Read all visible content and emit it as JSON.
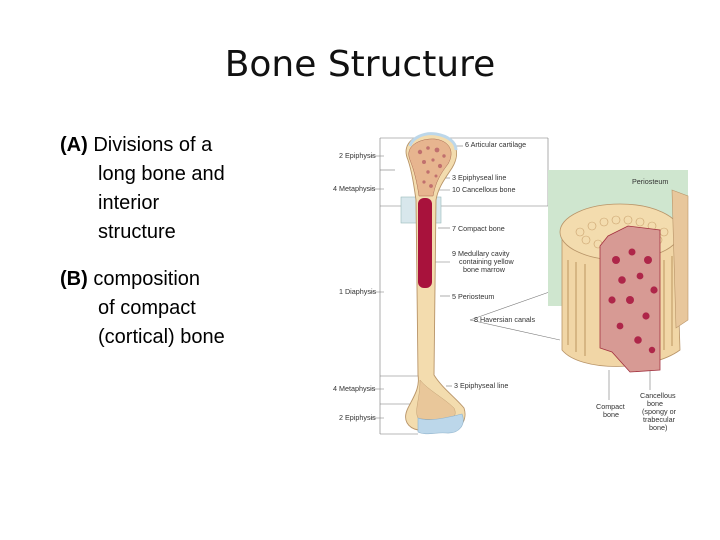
{
  "slide": {
    "title": "Bone Structure"
  },
  "bullets": [
    {
      "label": "(A)",
      "line1": "Divisions of a",
      "rest": [
        "long bone and",
        "interior",
        "structure"
      ]
    },
    {
      "label": "(B)",
      "line1": "composition",
      "rest": [
        "of compact",
        "(cortical) bone"
      ]
    }
  ],
  "figure": {
    "left_labels": {
      "epiphysis_top": "2 Epiphysis",
      "metaphysis_top": "4 Metaphysis",
      "diaphysis": "1 Diaphysis",
      "metaphysis_bottom": "4 Metaphysis",
      "epiphysis_bottom": "2 Epiphysis"
    },
    "right_labels": {
      "articular_cartilage": "6 Articular cartilage",
      "epiphyseal_line_top": "3 Epiphyseal line",
      "cancellous_bone": "10 Cancellous bone",
      "compact_bone": "7 Compact bone",
      "medullary_1": "9 Medullary cavity",
      "medullary_2": "containing yellow",
      "medullary_3": "bone marrow",
      "periosteum": "5 Periosteum",
      "haversian_canals": "8 Haversian canals",
      "epiphyseal_line_bottom": "3 Epiphyseal line"
    },
    "inset_labels": {
      "periosteum": "Periosteum",
      "compact_1": "Compact",
      "compact_2": "bone",
      "cancellous_1": "Cancellous",
      "cancellous_2": "bone",
      "cancellous_3": "(spongy or",
      "cancellous_4": "trabecular",
      "cancellous_5": "bone)"
    },
    "colors": {
      "bone": "#f3dcae",
      "marrow": "#a8123c",
      "spongy": "#c0706e",
      "cartilage": "#bcd7ea",
      "inset_background": "#cfe6cf"
    }
  }
}
